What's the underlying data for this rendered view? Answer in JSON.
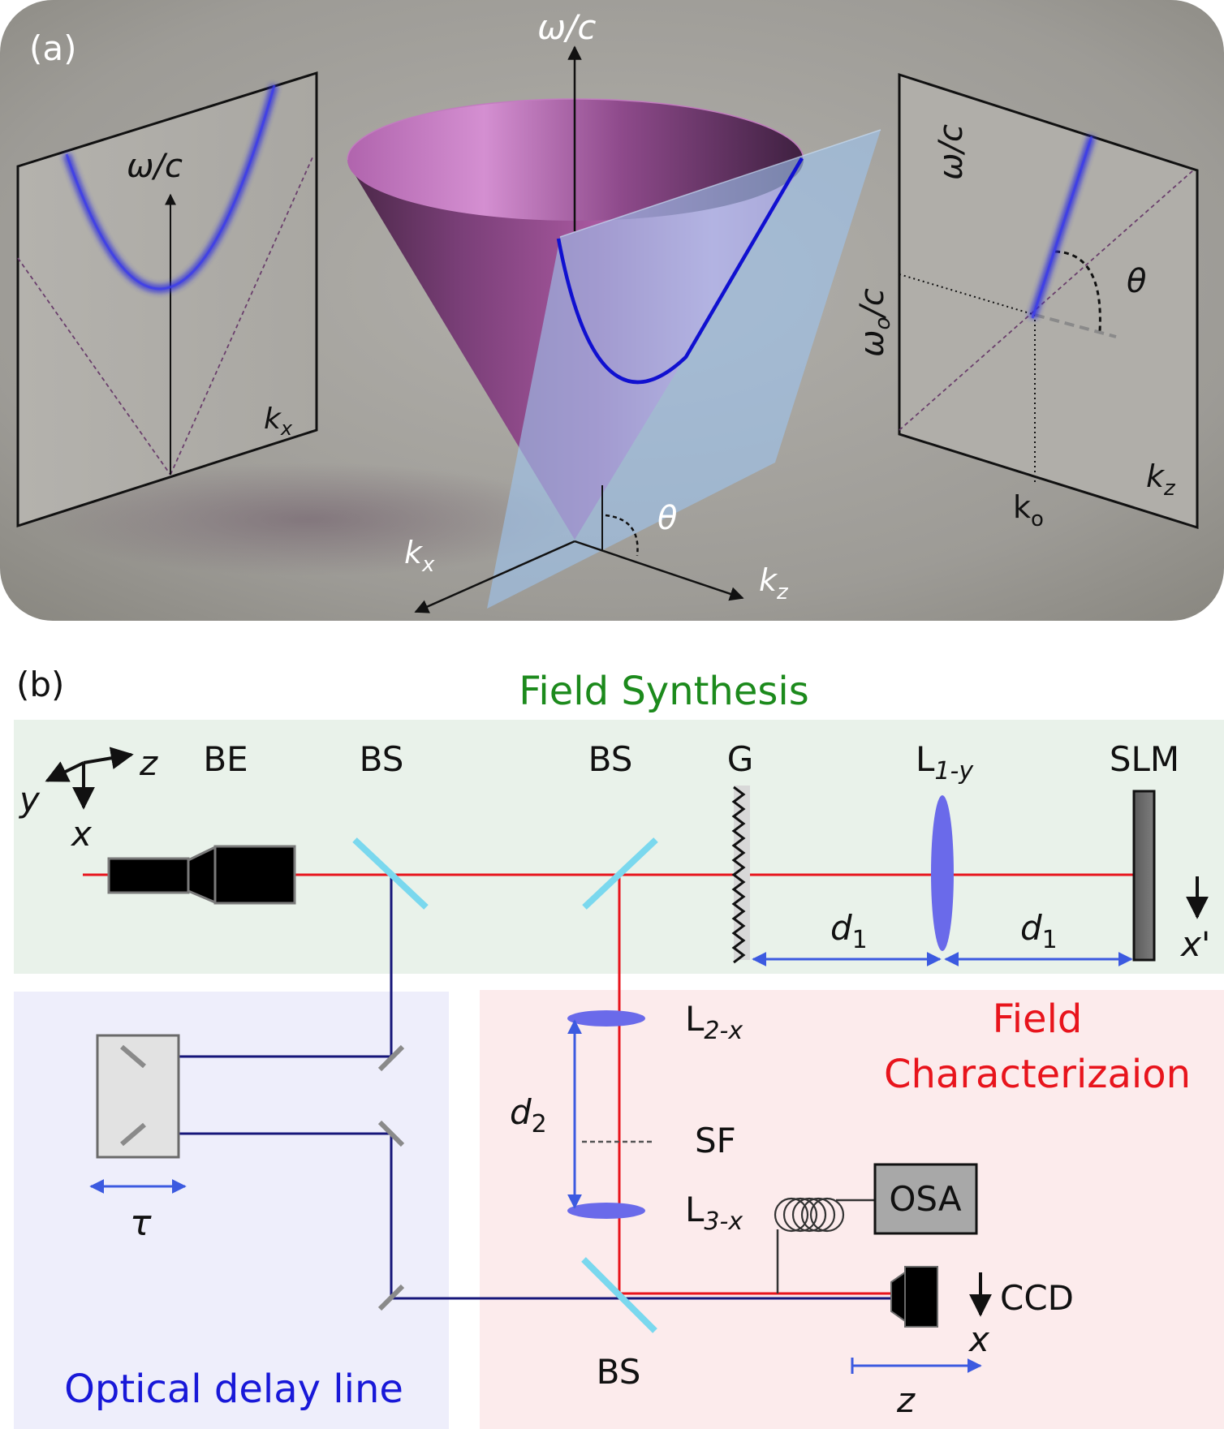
{
  "panel_a": {
    "label": "(a)",
    "center_axis_label": "ω/c",
    "left_inset": {
      "y_label": "ω/c",
      "x_label": "k",
      "x_label_sub": "x"
    },
    "right_inset": {
      "y_label": "ω/c",
      "tick_y_label": "ω",
      "tick_y_label_sub": "o",
      "tick_y_label_suffix": "/c",
      "angle_label": "θ",
      "tick_x_label": "k",
      "tick_x_label_sub": "o",
      "x_label": "k",
      "x_label_sub": "z"
    },
    "axes": {
      "kx": "k",
      "kx_sub": "x",
      "kz": "k",
      "kz_sub": "z",
      "angle": "θ"
    },
    "colors": {
      "cone": "#a0489a",
      "plane": "#9ec3ee",
      "curve": "#1a1ad0",
      "background": "#9e9c97"
    }
  },
  "panel_b": {
    "label": "(b)",
    "sections": {
      "synthesis": "Field Synthesis",
      "characterization_line1": "Field",
      "characterization_line2": "Characterizaion",
      "delay": "Optical delay line"
    },
    "axes_labels": {
      "z": "z",
      "y": "y",
      "x": "x"
    },
    "components": {
      "be": "BE",
      "bs1": "BS",
      "bs2": "BS",
      "bs3": "BS",
      "grating": "G",
      "l1_main": "L",
      "l1_sub": "1-y",
      "slm": "SLM",
      "slm_axis": "x'",
      "d1_main": "d",
      "d1_sub": "1",
      "l2_main": "L",
      "l2_sub": "2-x",
      "l3_main": "L",
      "l3_sub": "3-x",
      "d2_main": "d",
      "d2_sub": "2",
      "sf": "SF",
      "osa": "OSA",
      "ccd": "CCD",
      "ccd_axis_x": "x",
      "ccd_axis_z": "z",
      "tau": "τ"
    },
    "colors": {
      "synthesis_bg": "#e9f2ea",
      "characterization_bg": "#fcebec",
      "delay_bg": "#eeeefb",
      "synthesis_text": "#1c8a1c",
      "characterization_text": "#e8141c",
      "delay_text": "#1818d8",
      "red_beam": "#e8141c",
      "blue_beam": "#16167a",
      "splitter": "#7ad8ee",
      "lens": "#6a6aea"
    }
  }
}
